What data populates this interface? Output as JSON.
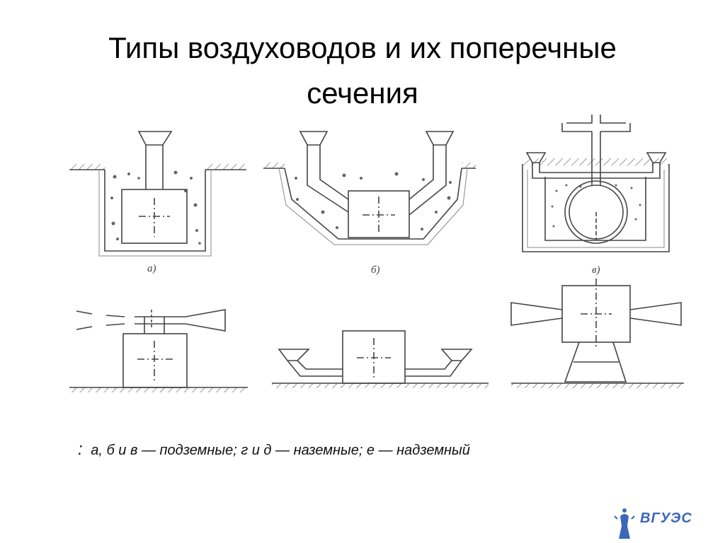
{
  "slide": {
    "title_line1": "Типы воздуховодов и их поперечные",
    "title_line2": "сечения"
  },
  "figures": {
    "label_a": "а)",
    "label_b": "б)",
    "label_v": "в)"
  },
  "caption": {
    "prefix": ":",
    "text": "а, б и в — подземные; г и д — наземные; е — надземный"
  },
  "logo": {
    "text": "ВГУЭС",
    "brand_color": "#3b67b8"
  }
}
